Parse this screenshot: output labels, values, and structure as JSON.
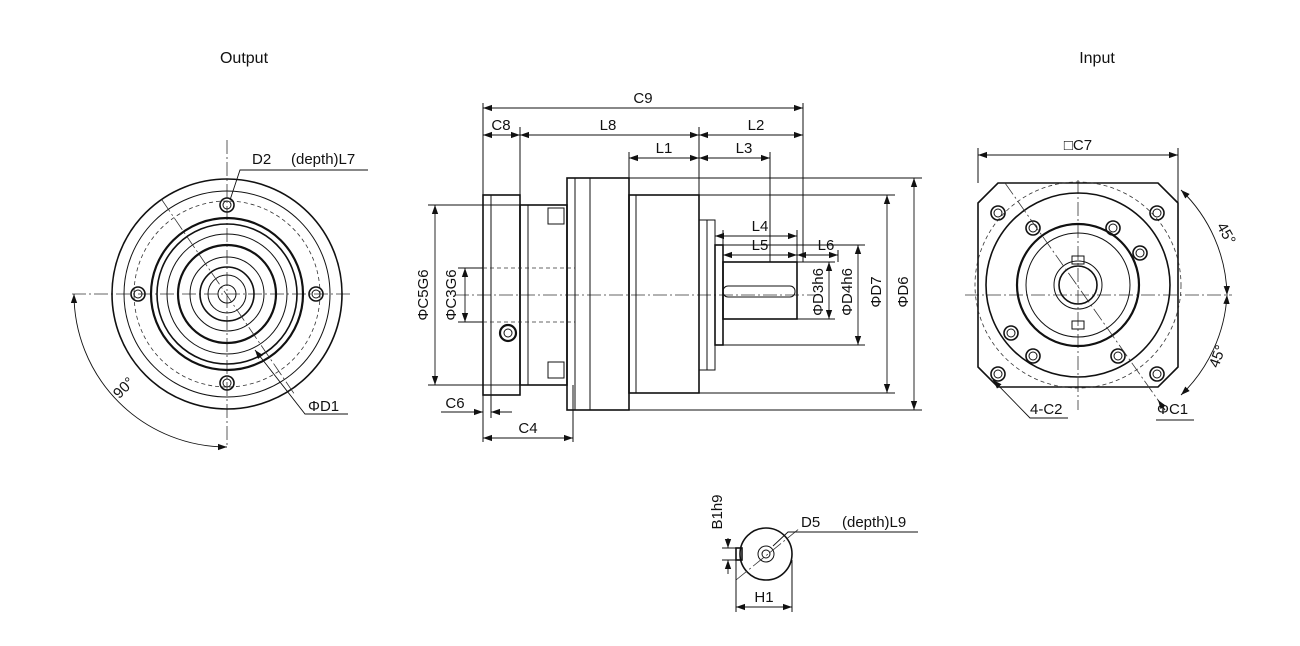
{
  "views": {
    "output": {
      "title": "Output",
      "label_d2": "D2",
      "label_l7": "(depth)L7",
      "label_d1": "ΦD1",
      "angle": "90°"
    },
    "side": {
      "c9": "C9",
      "c8": "C8",
      "l8": "L8",
      "l2": "L2",
      "l1": "L1",
      "l3": "L3",
      "l4": "L4",
      "l5": "L5",
      "l6": "L6",
      "c5": "ΦC5G6",
      "c3": "ΦC3G6",
      "d3": "ΦD3h6",
      "d4": "ΦD4h6",
      "d7": "ΦD7",
      "d6": "ΦD6",
      "c6": "C6",
      "c4": "C4"
    },
    "input": {
      "title": "Input",
      "c7": "□C7",
      "angle_top": "45°",
      "angle_bottom": "45°",
      "c2": "4-C2",
      "c1": "ΦC1"
    },
    "key": {
      "b1": "B1h9",
      "d5": "D5",
      "l9": "(depth)L9",
      "h1": "H1"
    }
  }
}
